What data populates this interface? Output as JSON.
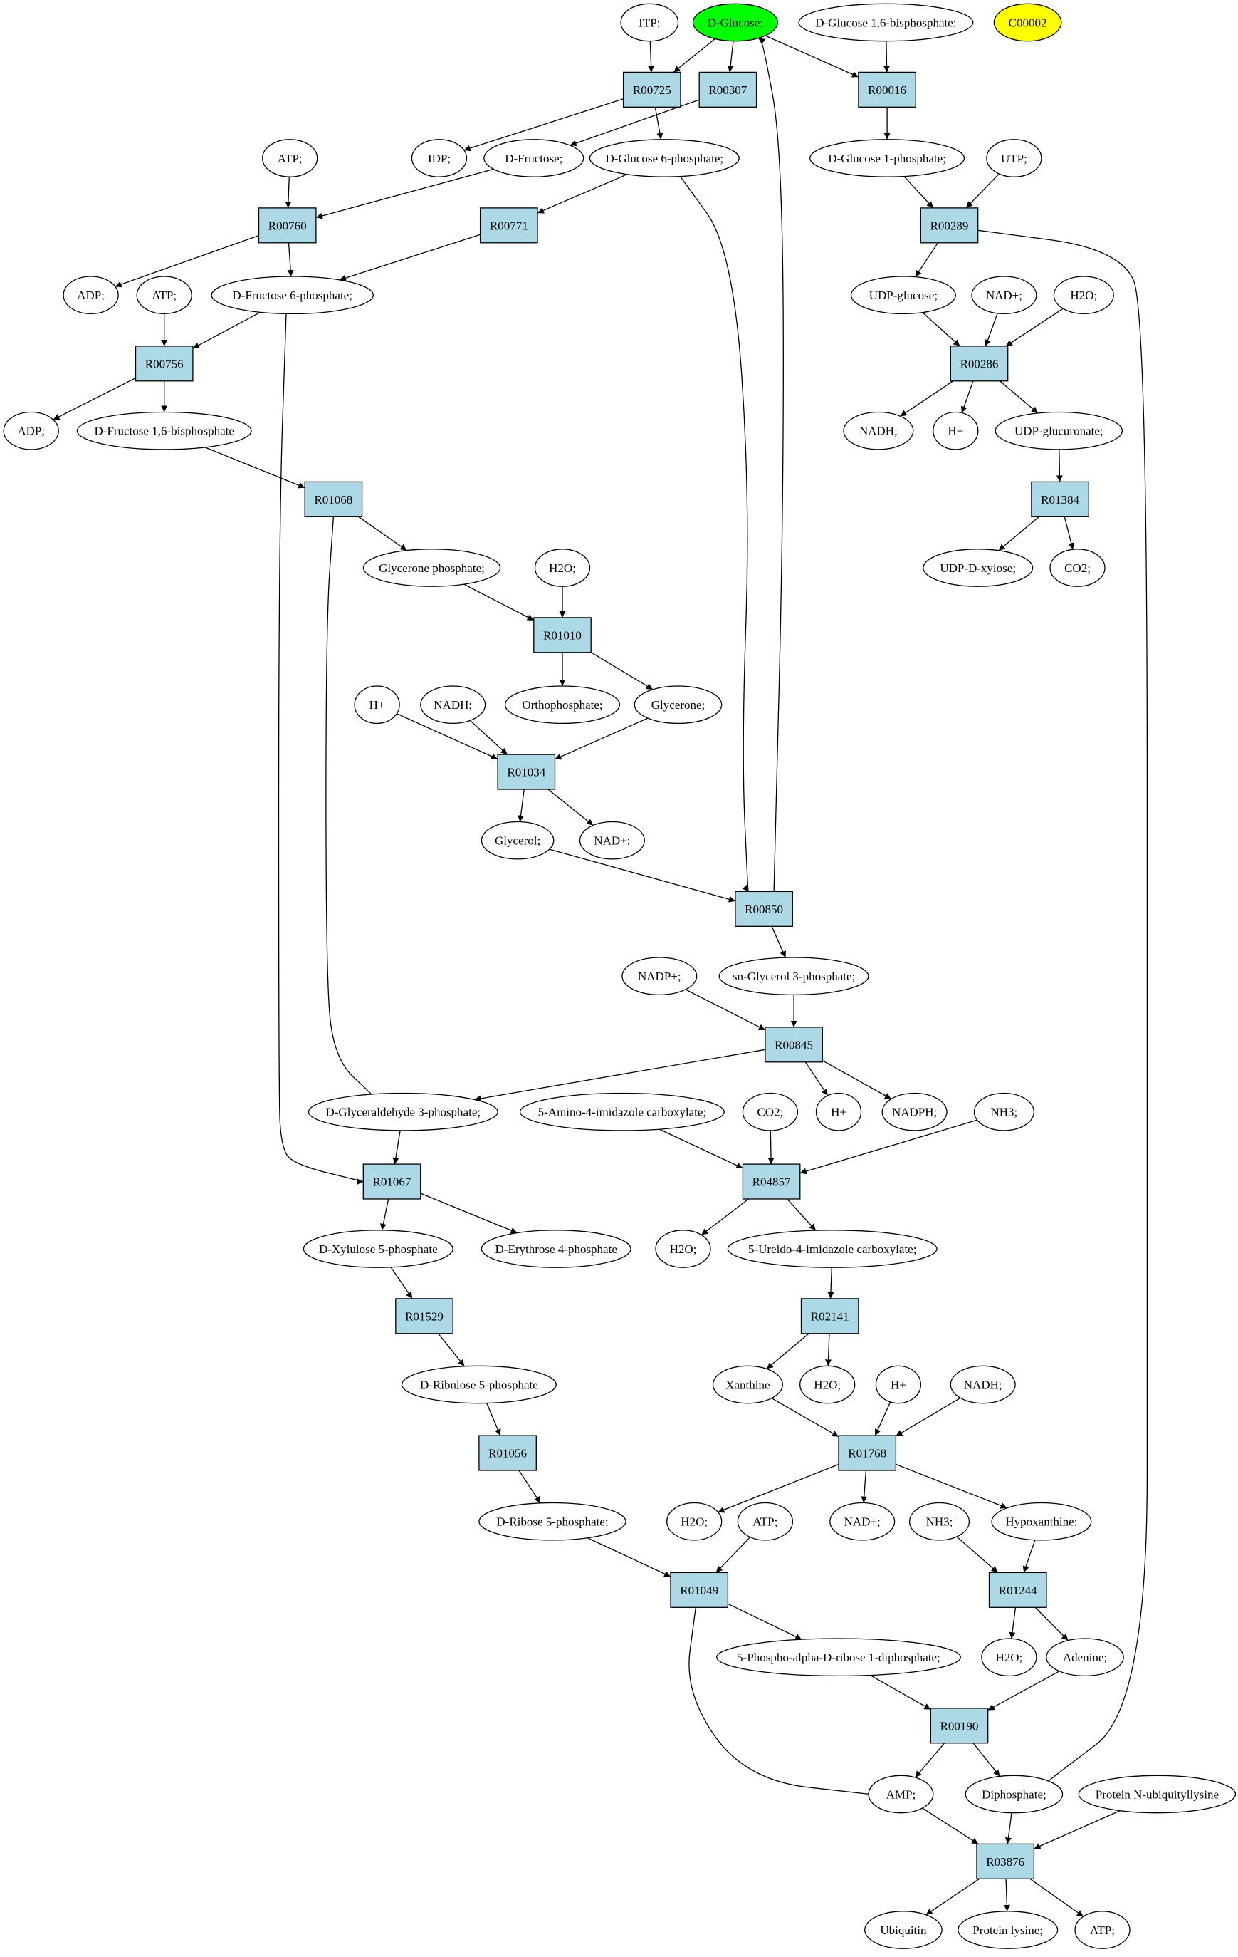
{
  "colors": {
    "reaction_fill": "#add8e6",
    "compound_fill": "#ffffff",
    "start_fill": "#00ff00",
    "legend_fill": "#ffff00",
    "stroke": "#000000"
  },
  "compounds": [
    {
      "id": "c_itp",
      "label": "ITP;"
    },
    {
      "id": "c_glucose",
      "label": "D-Glucose;",
      "kind": "start"
    },
    {
      "id": "c_g16bp",
      "label": "D-Glucose 1,6-bisphosphate;"
    },
    {
      "id": "c_c00002",
      "label": "C00002",
      "kind": "legend"
    },
    {
      "id": "c_atp1",
      "label": "ATP;"
    },
    {
      "id": "c_idp",
      "label": "IDP;"
    },
    {
      "id": "c_fructose",
      "label": "D-Fructose;"
    },
    {
      "id": "c_g6p",
      "label": "D-Glucose 6-phosphate;"
    },
    {
      "id": "c_g1p",
      "label": "D-Glucose 1-phosphate;"
    },
    {
      "id": "c_utp",
      "label": "UTP;"
    },
    {
      "id": "c_adp1",
      "label": "ADP;"
    },
    {
      "id": "c_atp2",
      "label": "ATP;"
    },
    {
      "id": "c_f6p",
      "label": "D-Fructose 6-phosphate;"
    },
    {
      "id": "c_udpglc",
      "label": "UDP-glucose;"
    },
    {
      "id": "c_nad1",
      "label": "NAD+;"
    },
    {
      "id": "c_h2o1",
      "label": "H2O;"
    },
    {
      "id": "c_adp2",
      "label": "ADP;"
    },
    {
      "id": "c_f16bp",
      "label": "D-Fructose 1,6-bisphosphate"
    },
    {
      "id": "c_nadh1",
      "label": "NADH;"
    },
    {
      "id": "c_h1",
      "label": "H+"
    },
    {
      "id": "c_udpgluc",
      "label": "UDP-glucuronate;"
    },
    {
      "id": "c_udpxyl",
      "label": "UDP-D-xylose;"
    },
    {
      "id": "c_co2a",
      "label": "CO2;"
    },
    {
      "id": "c_dhap",
      "label": "Glycerone phosphate;"
    },
    {
      "id": "c_h2o2",
      "label": "H2O;"
    },
    {
      "id": "c_h2",
      "label": "H+"
    },
    {
      "id": "c_nadh2",
      "label": "NADH;"
    },
    {
      "id": "c_pi",
      "label": "Orthophosphate;"
    },
    {
      "id": "c_glycerone",
      "label": "Glycerone;"
    },
    {
      "id": "c_glycerol",
      "label": "Glycerol;"
    },
    {
      "id": "c_nad2",
      "label": "NAD+;"
    },
    {
      "id": "c_nadp",
      "label": "NADP+;"
    },
    {
      "id": "c_g3p",
      "label": "sn-Glycerol 3-phosphate;"
    },
    {
      "id": "c_gap",
      "label": "D-Glyceraldehyde 3-phosphate;"
    },
    {
      "id": "c_aica",
      "label": "5-Amino-4-imidazole carboxylate;"
    },
    {
      "id": "c_co2b",
      "label": "CO2;"
    },
    {
      "id": "c_h3",
      "label": "H+"
    },
    {
      "id": "c_nadph",
      "label": "NADPH;"
    },
    {
      "id": "c_nh3a",
      "label": "NH3;"
    },
    {
      "id": "c_xu5p",
      "label": "D-Xylulose 5-phosphate"
    },
    {
      "id": "c_e4p",
      "label": "D-Erythrose 4-phosphate"
    },
    {
      "id": "c_h2o3",
      "label": "H2O;"
    },
    {
      "id": "c_uica",
      "label": "5-Ureido-4-imidazole carboxylate;"
    },
    {
      "id": "c_ru5p",
      "label": "D-Ribulose 5-phosphate"
    },
    {
      "id": "c_xanthine",
      "label": "Xanthine"
    },
    {
      "id": "c_h2o4",
      "label": "H2O;"
    },
    {
      "id": "c_h4",
      "label": "H+"
    },
    {
      "id": "c_nadh3",
      "label": "NADH;"
    },
    {
      "id": "c_r5p",
      "label": "D-Ribose 5-phosphate;"
    },
    {
      "id": "c_h2o5",
      "label": "H2O;"
    },
    {
      "id": "c_atp3",
      "label": "ATP;"
    },
    {
      "id": "c_nad3",
      "label": "NAD+;"
    },
    {
      "id": "c_nh3b",
      "label": "NH3;"
    },
    {
      "id": "c_hypox",
      "label": "Hypoxanthine;"
    },
    {
      "id": "c_prpp",
      "label": "5-Phospho-alpha-D-ribose 1-diphosphate;"
    },
    {
      "id": "c_h2o6",
      "label": "H2O;"
    },
    {
      "id": "c_adenine",
      "label": "Adenine;"
    },
    {
      "id": "c_amp",
      "label": "AMP;"
    },
    {
      "id": "c_ppi",
      "label": "Diphosphate;"
    },
    {
      "id": "c_pnul",
      "label": "Protein N-ubiquityllysine"
    },
    {
      "id": "c_ubiq",
      "label": "Ubiquitin"
    },
    {
      "id": "c_plys",
      "label": "Protein lysine;"
    },
    {
      "id": "c_atp4",
      "label": "ATP;"
    }
  ],
  "reactions": [
    {
      "id": "r_R00725",
      "label": "R00725"
    },
    {
      "id": "r_R00307",
      "label": "R00307"
    },
    {
      "id": "r_R00016",
      "label": "R00016"
    },
    {
      "id": "r_R00760",
      "label": "R00760"
    },
    {
      "id": "r_R00771",
      "label": "R00771"
    },
    {
      "id": "r_R00289",
      "label": "R00289"
    },
    {
      "id": "r_R00756",
      "label": "R00756"
    },
    {
      "id": "r_R00286",
      "label": "R00286"
    },
    {
      "id": "r_R01068",
      "label": "R01068"
    },
    {
      "id": "r_R01384",
      "label": "R01384"
    },
    {
      "id": "r_R01010",
      "label": "R01010"
    },
    {
      "id": "r_R01034",
      "label": "R01034"
    },
    {
      "id": "r_R00850",
      "label": "R00850"
    },
    {
      "id": "r_R00845",
      "label": "R00845"
    },
    {
      "id": "r_R01067",
      "label": "R01067"
    },
    {
      "id": "r_R04857",
      "label": "R04857"
    },
    {
      "id": "r_R01529",
      "label": "R01529"
    },
    {
      "id": "r_R02141",
      "label": "R02141"
    },
    {
      "id": "r_R01056",
      "label": "R01056"
    },
    {
      "id": "r_R01768",
      "label": "R01768"
    },
    {
      "id": "r_R01049",
      "label": "R01049"
    },
    {
      "id": "r_R01244",
      "label": "R01244"
    },
    {
      "id": "r_R00190",
      "label": "R00190"
    },
    {
      "id": "r_R03876",
      "label": "R03876"
    }
  ],
  "edges": [
    [
      "c_itp",
      "r_R00725"
    ],
    [
      "c_glucose",
      "r_R00725"
    ],
    [
      "c_glucose",
      "r_R00307"
    ],
    [
      "c_glucose",
      "r_R00016"
    ],
    [
      "c_g16bp",
      "r_R00016"
    ],
    [
      "r_R00725",
      "c_idp"
    ],
    [
      "r_R00725",
      "c_g6p"
    ],
    [
      "r_R00307",
      "c_fructose"
    ],
    [
      "r_R00016",
      "c_g1p"
    ],
    [
      "c_atp1",
      "r_R00760"
    ],
    [
      "c_fructose",
      "r_R00760"
    ],
    [
      "c_g6p",
      "r_R00771"
    ],
    [
      "c_g1p",
      "r_R00289"
    ],
    [
      "c_utp",
      "r_R00289"
    ],
    [
      "r_R00760",
      "c_adp1"
    ],
    [
      "r_R00760",
      "c_f6p"
    ],
    [
      "r_R00771",
      "c_f6p"
    ],
    [
      "r_R00289",
      "c_udpglc"
    ],
    [
      "c_atp2",
      "r_R00756"
    ],
    [
      "c_f6p",
      "r_R00756"
    ],
    [
      "c_udpglc",
      "r_R00286"
    ],
    [
      "c_nad1",
      "r_R00286"
    ],
    [
      "c_h2o1",
      "r_R00286"
    ],
    [
      "r_R00756",
      "c_adp2"
    ],
    [
      "r_R00756",
      "c_f16bp"
    ],
    [
      "r_R00286",
      "c_nadh1"
    ],
    [
      "r_R00286",
      "c_h1"
    ],
    [
      "r_R00286",
      "c_udpgluc"
    ],
    [
      "c_f16bp",
      "r_R01068"
    ],
    [
      "c_udpgluc",
      "r_R01384"
    ],
    [
      "r_R01384",
      "c_udpxyl"
    ],
    [
      "r_R01384",
      "c_co2a"
    ],
    [
      "r_R01068",
      "c_dhap"
    ],
    [
      "c_dhap",
      "r_R01010"
    ],
    [
      "c_h2o2",
      "r_R01010"
    ],
    [
      "r_R01010",
      "c_pi"
    ],
    [
      "r_R01010",
      "c_glycerone"
    ],
    [
      "c_h2",
      "r_R01034"
    ],
    [
      "c_nadh2",
      "r_R01034"
    ],
    [
      "c_glycerone",
      "r_R01034"
    ],
    [
      "r_R01034",
      "c_glycerol"
    ],
    [
      "r_R01034",
      "c_nad2"
    ],
    [
      "c_glycerol",
      "r_R00850"
    ],
    [
      "c_g6p",
      "r_R00850"
    ],
    [
      "r_R00850",
      "c_glucose"
    ],
    [
      "r_R00850",
      "c_g3p"
    ],
    [
      "c_nadp",
      "r_R00845"
    ],
    [
      "c_g3p",
      "r_R00845"
    ],
    [
      "r_R00845",
      "c_gap"
    ],
    [
      "r_R00845",
      "c_h3"
    ],
    [
      "r_R00845",
      "c_nadph"
    ],
    [
      "r_R01068",
      "c_gap"
    ],
    [
      "c_gap",
      "r_R01067"
    ],
    [
      "c_f6p",
      "r_R01067"
    ],
    [
      "c_aica",
      "r_R04857"
    ],
    [
      "c_co2b",
      "r_R04857"
    ],
    [
      "c_nh3a",
      "r_R04857"
    ],
    [
      "r_R01067",
      "c_xu5p"
    ],
    [
      "r_R01067",
      "c_e4p"
    ],
    [
      "r_R04857",
      "c_h2o3"
    ],
    [
      "r_R04857",
      "c_uica"
    ],
    [
      "c_xu5p",
      "r_R01529"
    ],
    [
      "c_uica",
      "r_R02141"
    ],
    [
      "r_R01529",
      "c_ru5p"
    ],
    [
      "r_R02141",
      "c_xanthine"
    ],
    [
      "r_R02141",
      "c_h2o4"
    ],
    [
      "c_ru5p",
      "r_R01056"
    ],
    [
      "c_xanthine",
      "r_R01768"
    ],
    [
      "c_h4",
      "r_R01768"
    ],
    [
      "c_nadh3",
      "r_R01768"
    ],
    [
      "r_R01056",
      "c_r5p"
    ],
    [
      "r_R01768",
      "c_h2o5"
    ],
    [
      "r_R01768",
      "c_nad3"
    ],
    [
      "r_R01768",
      "c_hypox"
    ],
    [
      "c_r5p",
      "r_R01049"
    ],
    [
      "c_atp3",
      "r_R01049"
    ],
    [
      "c_nh3b",
      "r_R01244"
    ],
    [
      "c_hypox",
      "r_R01244"
    ],
    [
      "r_R01049",
      "c_prpp"
    ],
    [
      "r_R01244",
      "c_h2o6"
    ],
    [
      "r_R01244",
      "c_adenine"
    ],
    [
      "c_prpp",
      "r_R00190"
    ],
    [
      "c_adenine",
      "r_R00190"
    ],
    [
      "r_R00190",
      "c_amp"
    ],
    [
      "r_R00190",
      "c_ppi"
    ],
    [
      "r_R01049",
      "c_amp"
    ],
    [
      "r_R00289",
      "c_ppi"
    ],
    [
      "c_amp",
      "r_R03876"
    ],
    [
      "c_ppi",
      "r_R03876"
    ],
    [
      "c_pnul",
      "r_R03876"
    ],
    [
      "r_R03876",
      "c_ubiq"
    ],
    [
      "r_R03876",
      "c_plys"
    ],
    [
      "r_R03876",
      "c_atp4"
    ]
  ]
}
